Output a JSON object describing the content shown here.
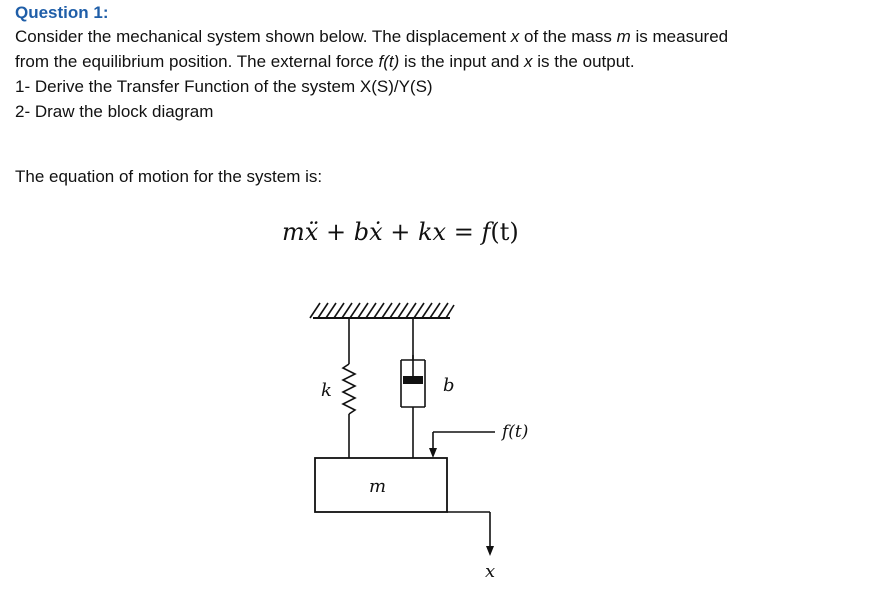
{
  "question": {
    "title": "Question 1:",
    "line1": "Consider the mechanical system shown below.  The displacement ",
    "line1_x": "x",
    "line1_mid": " of the mass ",
    "line1_m": "m",
    "line1_end": " is measured",
    "line2_start": "from the equilibrium position. The external force ",
    "line2_f": "f(t)",
    "line2_mid": " is the input and ",
    "line2_x": "x",
    "line2_end": " is the output.",
    "task1": "1- Derive the Transfer Function of the system X(S)/Y(S)",
    "task2": "2- Draw the block diagram"
  },
  "equation_intro": "The equation of motion for the system is:",
  "equation": {
    "m": "m",
    "xdd": "ẍ",
    "plus1": " + ",
    "b": "b",
    "xd": "ẋ",
    "plus2": " + ",
    "k": "k",
    "x": "x",
    "eq": " = ",
    "f": "f",
    "arg": "(t)"
  },
  "diagram": {
    "spring_label": "k",
    "damper_label": "b",
    "force_label": "f(t)",
    "mass_label": "m",
    "displacement_label": "x"
  }
}
